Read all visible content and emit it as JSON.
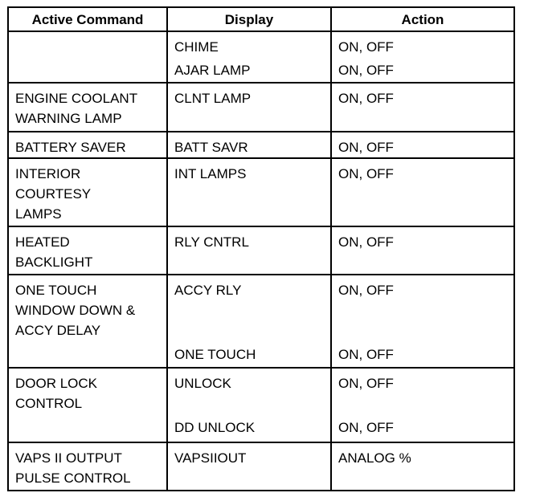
{
  "headers": [
    "Active Command",
    "Display",
    "Action"
  ],
  "rows": [
    {
      "command": [],
      "displays": [
        "CHIME",
        "AJAR LAMP"
      ],
      "actions": [
        "ON, OFF",
        "ON, OFF"
      ]
    },
    {
      "command": [
        "ENGINE COOLANT",
        "WARNING LAMP"
      ],
      "displays": [
        "CLNT LAMP"
      ],
      "actions": [
        "ON, OFF"
      ]
    },
    {
      "command": [
        "BATTERY SAVER"
      ],
      "displays": [
        "BATT SAVR"
      ],
      "actions": [
        "ON, OFF"
      ]
    },
    {
      "command": [
        "INTERIOR",
        "COURTESY",
        "LAMPS"
      ],
      "displays": [
        "INT LAMPS"
      ],
      "actions": [
        "ON, OFF"
      ]
    },
    {
      "command": [
        "HEATED",
        "BACKLIGHT"
      ],
      "displays": [
        "RLY CNTRL"
      ],
      "actions": [
        "ON, OFF"
      ]
    },
    {
      "command": [
        "ONE TOUCH",
        "WINDOW DOWN &",
        "ACCY DELAY"
      ],
      "displays": [
        "ACCY RLY",
        "ONE TOUCH"
      ],
      "actions": [
        "ON, OFF",
        "ON, OFF"
      ]
    },
    {
      "command": [
        "DOOR LOCK",
        "CONTROL"
      ],
      "displays": [
        "UNLOCK",
        "DD UNLOCK"
      ],
      "actions": [
        "ON, OFF",
        "ON, OFF"
      ]
    },
    {
      "command": [
        "VAPS II OUTPUT",
        "PULSE CONTROL"
      ],
      "displays": [
        "VAPSIIOUT"
      ],
      "actions": [
        "ANALOG %"
      ]
    }
  ]
}
